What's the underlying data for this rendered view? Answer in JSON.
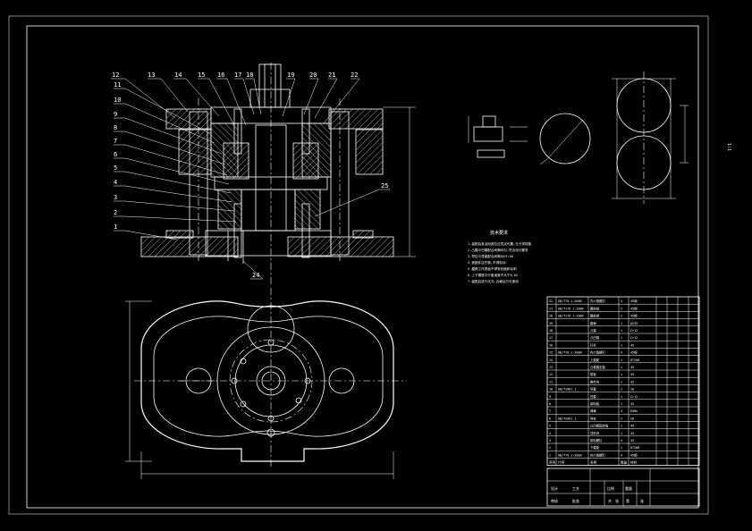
{
  "part_labels_top": [
    "12",
    "13",
    "14",
    "15",
    "16",
    "17",
    "18",
    "19",
    "20",
    "21",
    "22"
  ],
  "part_labels_left": [
    "11",
    "10",
    "9",
    "8",
    "7",
    "6",
    "5",
    "4",
    "3",
    "2",
    "1"
  ],
  "label_25": "25",
  "label_24": "24",
  "tech_title": "技术要求",
  "tech_lines": [
    "1.装配后各活动部位应灵活可靠,无卡滞现象",
    "2.凸模与凹模配合间隙均匀,符合设计要求",
    "3.导柱与导套配合间隙为H7/h6",
    "4.紧固件应拧紧,不得松动",
    "5.模具工作表面不得有划痕和毛刺",
    "6.上下模座平行度误差不大于0.02",
    "7.装配后进行试冲,合格后方可使用"
  ],
  "parts_rows": [
    [
      "22",
      "GB/T70.1-2000",
      "内六角螺钉",
      "4",
      "45钢"
    ],
    [
      "21",
      "GB/T119.1-2000",
      "圆柱销",
      "2",
      "45钢"
    ],
    [
      "20",
      "GB/T119.1-2000",
      "圆柱销",
      "2",
      "45钢"
    ],
    [
      "19",
      "",
      "模柄",
      "1",
      "Q235"
    ],
    [
      "18",
      "",
      "凸模",
      "1",
      "Cr12"
    ],
    [
      "17",
      "",
      "凸凹模",
      "1",
      "Cr12"
    ],
    [
      "16",
      "",
      "打杆",
      "1",
      "45"
    ],
    [
      "15",
      "GB/T70.1-2000",
      "内六角螺钉",
      "4",
      "45钢"
    ],
    [
      "14",
      "",
      "上模座",
      "1",
      "HT200"
    ],
    [
      "13",
      "",
      "凸模固定板",
      "1",
      "45"
    ],
    [
      "12",
      "",
      "垫板",
      "1",
      "45"
    ],
    [
      "11",
      "",
      "推件块",
      "1",
      "45"
    ],
    [
      "10",
      "GB/T2861.1",
      "导套",
      "2",
      "20"
    ],
    [
      "9",
      "",
      "凹模",
      "1",
      "Cr12"
    ],
    [
      "8",
      "",
      "卸料板",
      "1",
      "45"
    ],
    [
      "7",
      "",
      "弹簧",
      "4",
      "65Mn"
    ],
    [
      "6",
      "GB/T2861.1",
      "导柱",
      "2",
      "20"
    ],
    [
      "5",
      "",
      "凸凹模固定板",
      "1",
      "45"
    ],
    [
      "4",
      "",
      "顶件块",
      "1",
      "45"
    ],
    [
      "3",
      "",
      "卸料螺钉",
      "4",
      "45"
    ],
    [
      "2",
      "",
      "下模座",
      "1",
      "HT200"
    ],
    [
      "1",
      "GB/T70.1-2000",
      "内六角螺钉",
      "4",
      "45钢"
    ]
  ],
  "parts_header": [
    "序号",
    "代号",
    "名称",
    "数量",
    "材料"
  ],
  "title_block_labels": [
    "设计",
    "审核",
    "工艺",
    "批准",
    "比例",
    "重量",
    "共",
    "张",
    "第",
    "张"
  ],
  "sheet_mark": "1:1"
}
